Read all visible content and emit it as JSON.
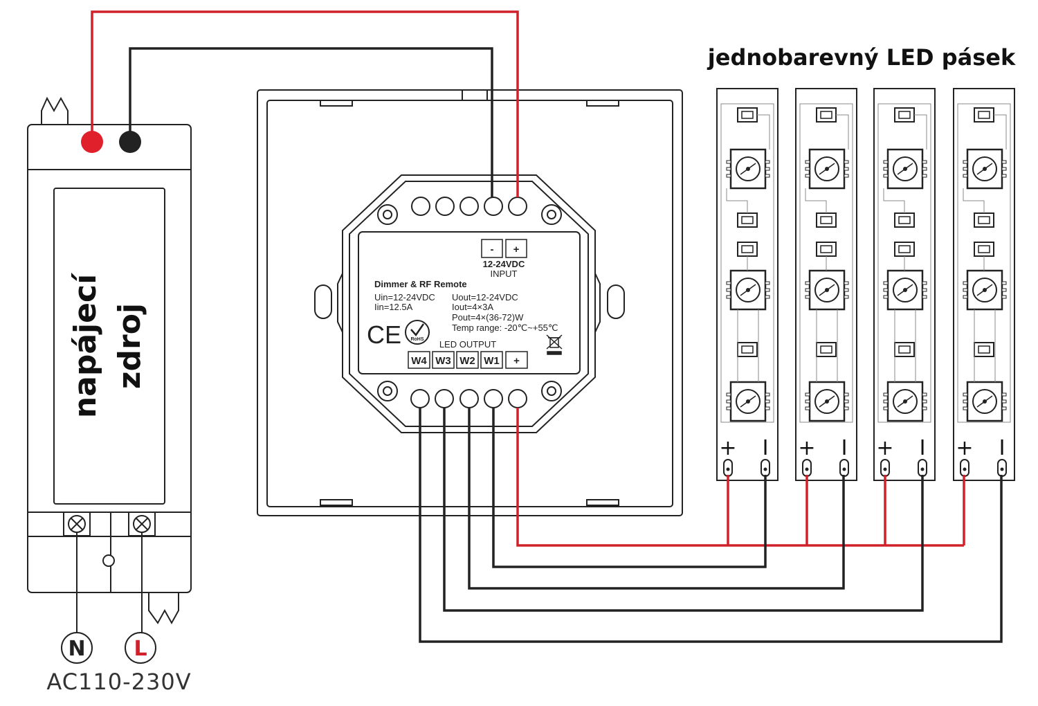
{
  "strip": {
    "title": "jednobarevný LED pásek",
    "count": 4,
    "plus": "+",
    "minus": "I"
  },
  "psu": {
    "label_line1": "napájecí",
    "label_line2": "zdroj",
    "neutral": "N",
    "live": "L",
    "ac": "AC110-230V"
  },
  "controller": {
    "input_minus": "-",
    "input_plus": "+",
    "input_voltage": "12-24VDC",
    "input_label": "INPUT",
    "name": "Dimmer & RF Remote",
    "uin": "Uin=12-24VDC",
    "iin": "Iin=12.5A",
    "uout": "Uout=12-24VDC",
    "iout": "Iout=4×3A",
    "pout": "Pout=4×(36-72)W",
    "temp": "Temp range: -20℃~+55℃",
    "ce": "CE",
    "rohs": "RoHS",
    "led_output": "LED OUTPUT",
    "outputs": [
      "W4",
      "W3",
      "W2",
      "W1",
      "+"
    ]
  },
  "colors": {
    "red_wire": "#d0202a",
    "black_wire": "#222222",
    "outline": "#222222"
  }
}
